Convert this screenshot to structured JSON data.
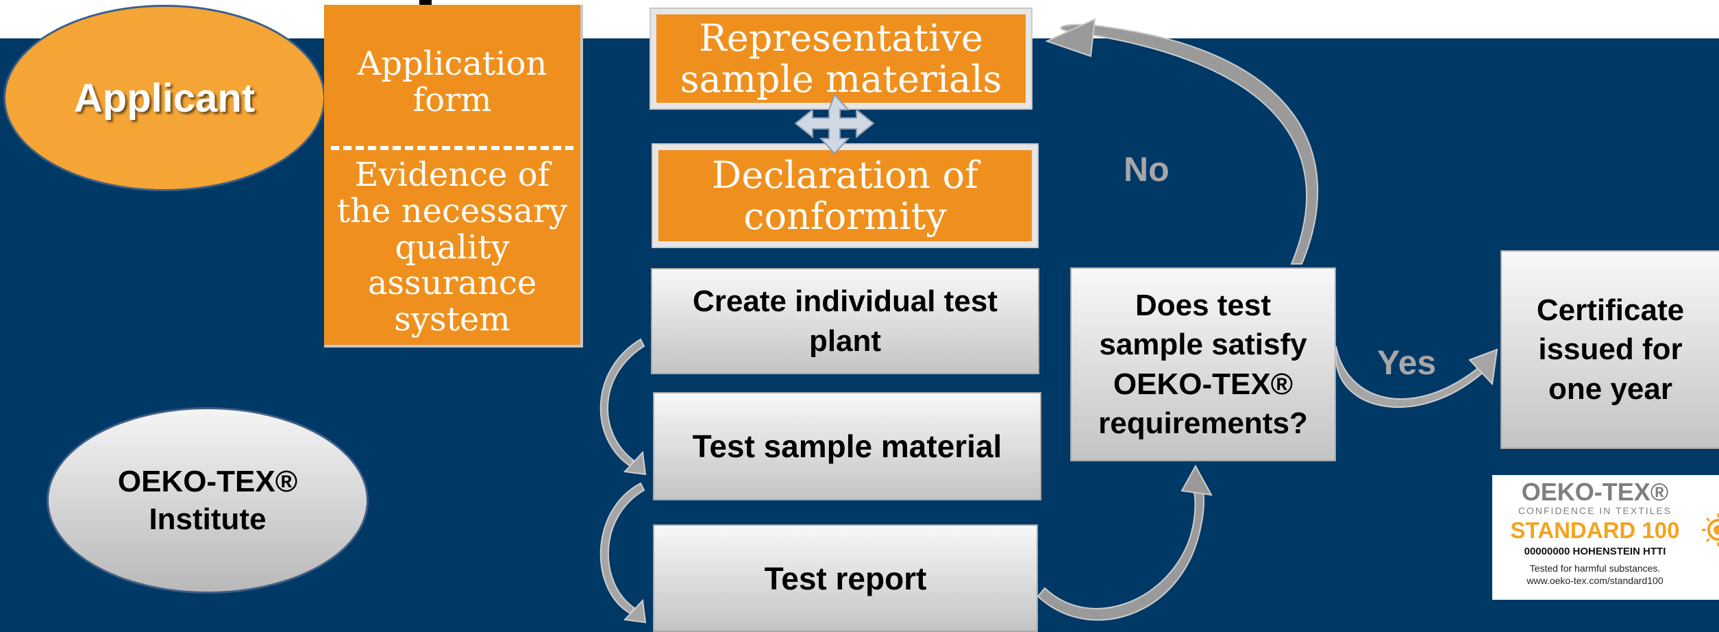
{
  "colors": {
    "background": "#003866",
    "orange": "#ef901e",
    "applicant_orange": "#f5a535",
    "gray_box": "#d9d9d9",
    "arrow_gray": "#a0a0a0",
    "badge_yellow": "#f3a31f"
  },
  "actors": {
    "applicant": "Applicant",
    "institute": "OEKO-TEX®\nInstitute"
  },
  "application": {
    "form": "Application\nform",
    "evidence": "Evidence of\nthe necessary\nquality\nassurance\nsystem"
  },
  "documents": {
    "representative": "Representative\nsample materials",
    "declaration": "Declaration of\nconformity"
  },
  "process": {
    "create_plan": "Create individual test\nplant",
    "test_material": "Test sample material",
    "test_report": "Test report"
  },
  "decision": {
    "question": "Does test\nsample satisfy\nOEKO-TEX®\nrequirements?",
    "no_label": "No",
    "yes_label": "Yes"
  },
  "result": {
    "certificate": "Certificate\nissued for\none year"
  },
  "badge": {
    "title": "OEKO-TEX®",
    "confidence": "CONFIDENCE IN TEXTILES",
    "standard": "STANDARD 100",
    "number": "00000000 HOHENSTEIN HTTI",
    "tested": "Tested for harmful substances.",
    "url": "www.oeko-tex.com/standard100"
  },
  "icons": {
    "move": "four-way-arrow-icon",
    "curved_arrow": "curved-arrow-icon",
    "badge_sun": "oeko-tex-sun-icon"
  }
}
